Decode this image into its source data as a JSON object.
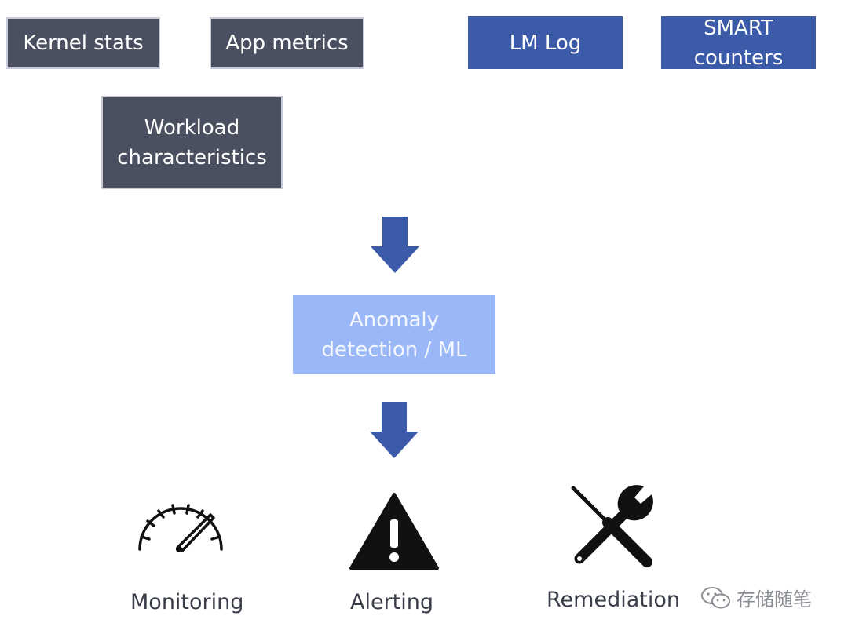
{
  "sources": {
    "kernel_stats": "Kernel stats",
    "app_metrics": "App metrics",
    "workload": "Workload\ncharacteristics",
    "lm_log": "LM Log",
    "smart": "SMART\ncounters"
  },
  "processing": {
    "anomaly": "Anomaly\ndetection / ML"
  },
  "outcomes": {
    "monitoring": "Monitoring",
    "alerting": "Alerting",
    "remediation": "Remediation"
  },
  "watermark": "存储随笔",
  "icons": {
    "arrow_1": "down-arrow-icon",
    "arrow_2": "down-arrow-icon",
    "monitoring": "speedometer-icon",
    "alerting": "warning-triangle-icon",
    "remediation": "wrench-screwdriver-icon",
    "watermark": "wechat-icon"
  },
  "colors": {
    "dark_box": "#4a505f",
    "blue_box": "#3b5aa8",
    "light_box": "#9ab8f7",
    "arrow": "#3b5aa8"
  }
}
